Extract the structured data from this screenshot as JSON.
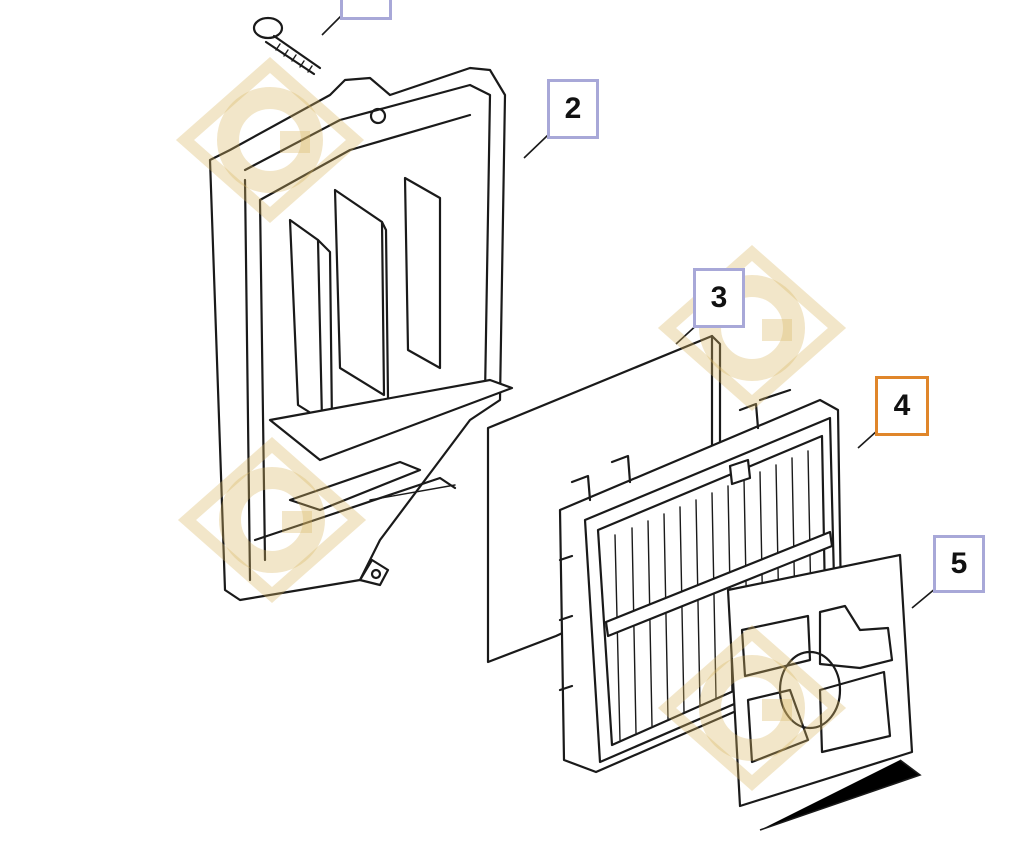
{
  "callouts": {
    "top_partial": "",
    "c2": "2",
    "c3": "3",
    "c4": "4",
    "c5": "5"
  },
  "colors": {
    "callout_border": "#a8a8d8",
    "callout_selected_border": "#e0862a",
    "watermark": "#d9b764",
    "line": "#1a1a1a"
  },
  "watermark": {
    "icon": "g-diamond-logo-icon",
    "letter": "G"
  },
  "selected_callout": "4"
}
